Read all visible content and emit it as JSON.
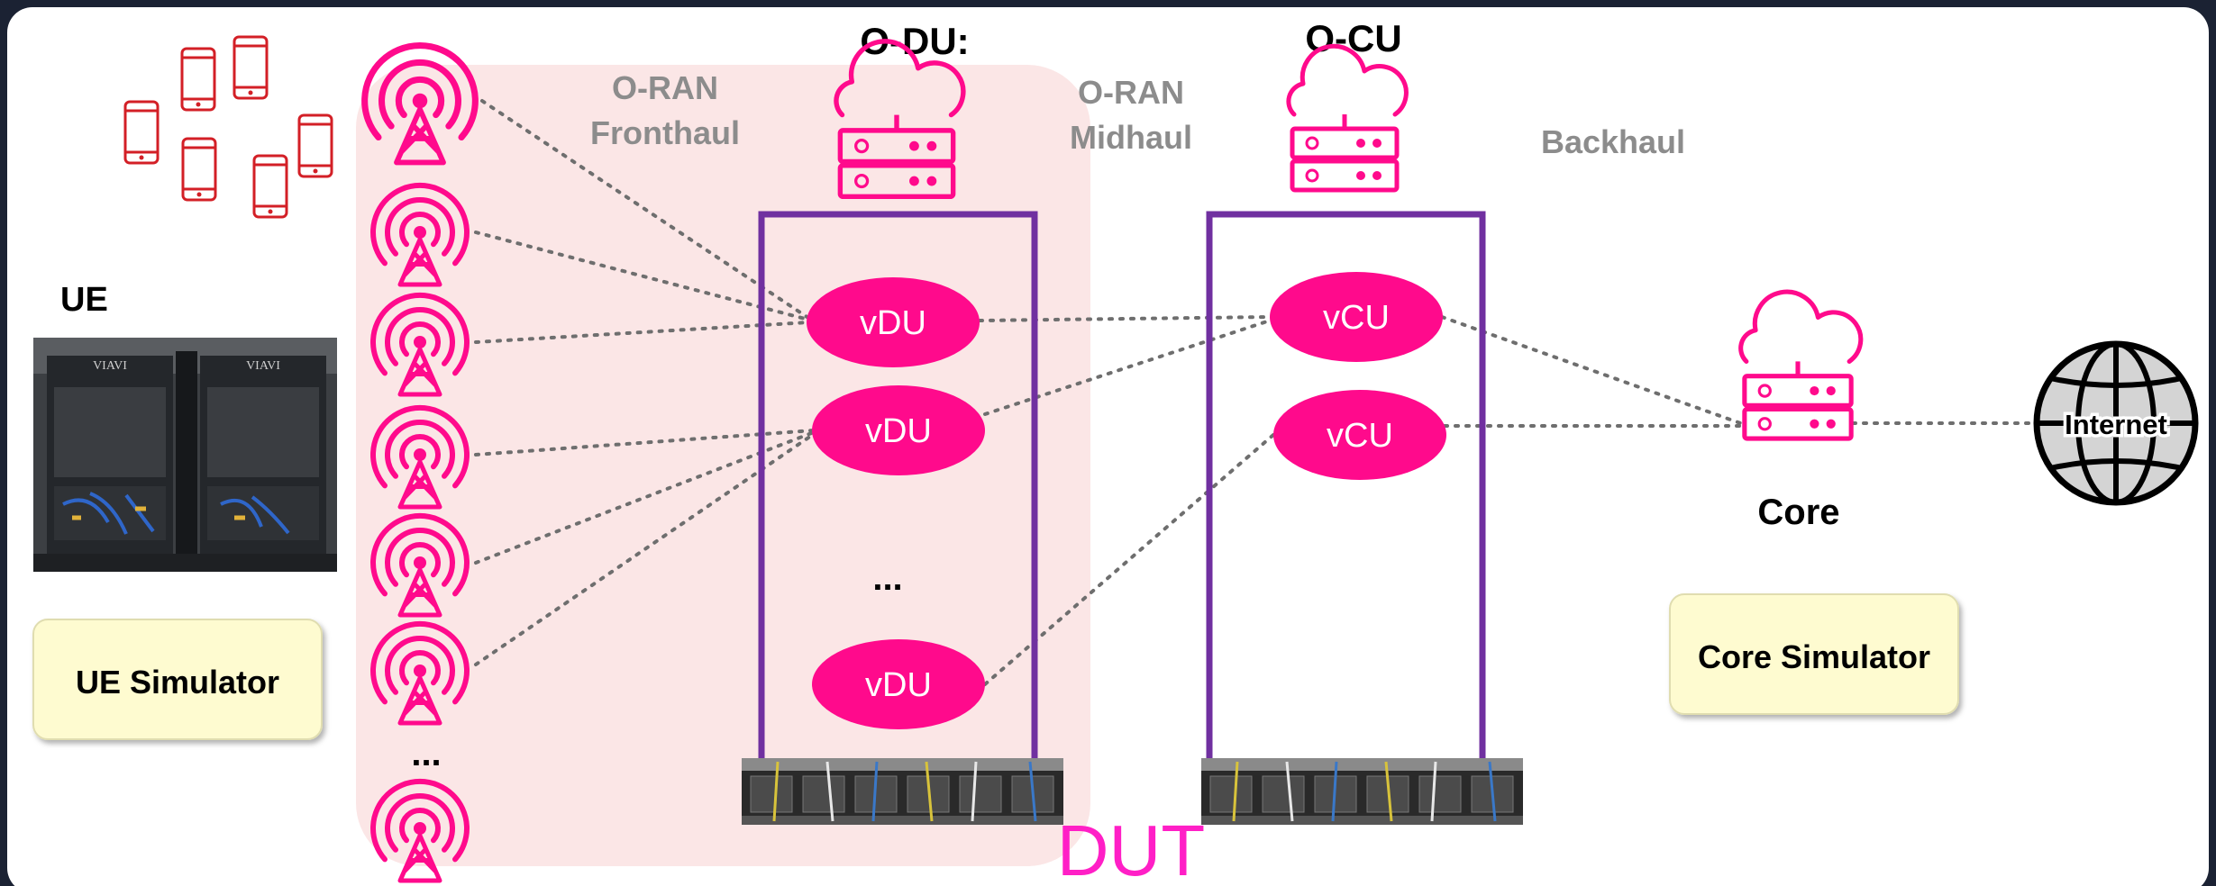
{
  "labels": {
    "ue": "UE",
    "odu": "O-DU:",
    "ocu": "O-CU",
    "fronthaul_line1": "O-RAN",
    "fronthaul_line2": "Fronthaul",
    "midhaul_line1": "O-RAN",
    "midhaul_line2": "Midhaul",
    "backhaul": "Backhaul",
    "core": "Core",
    "internet": "Internet",
    "dut": "DUT",
    "ue_simulator": "UE Simulator",
    "core_simulator": "Core Simulator",
    "ellipsis": "..."
  },
  "vdu_labels": [
    "vDU",
    "vDU",
    "vDU"
  ],
  "vcu_labels": [
    "vCU",
    "vCU"
  ],
  "rack_photo_brand": [
    "VIAVI",
    "VIAVI"
  ],
  "colors": {
    "accent": "#ff0a8c",
    "frame": "#7030a0",
    "dut_zone": "#fbe6e6",
    "label_gray": "#8c8c8c",
    "ue_icon": "#d31f26",
    "sim_box": "#fefbd0",
    "dut_text": "#ff1fc6",
    "background": "#1b2233"
  },
  "icons": [
    "cell-tower-icon",
    "phone-icon",
    "cloud-server-icon",
    "globe-icon"
  ]
}
